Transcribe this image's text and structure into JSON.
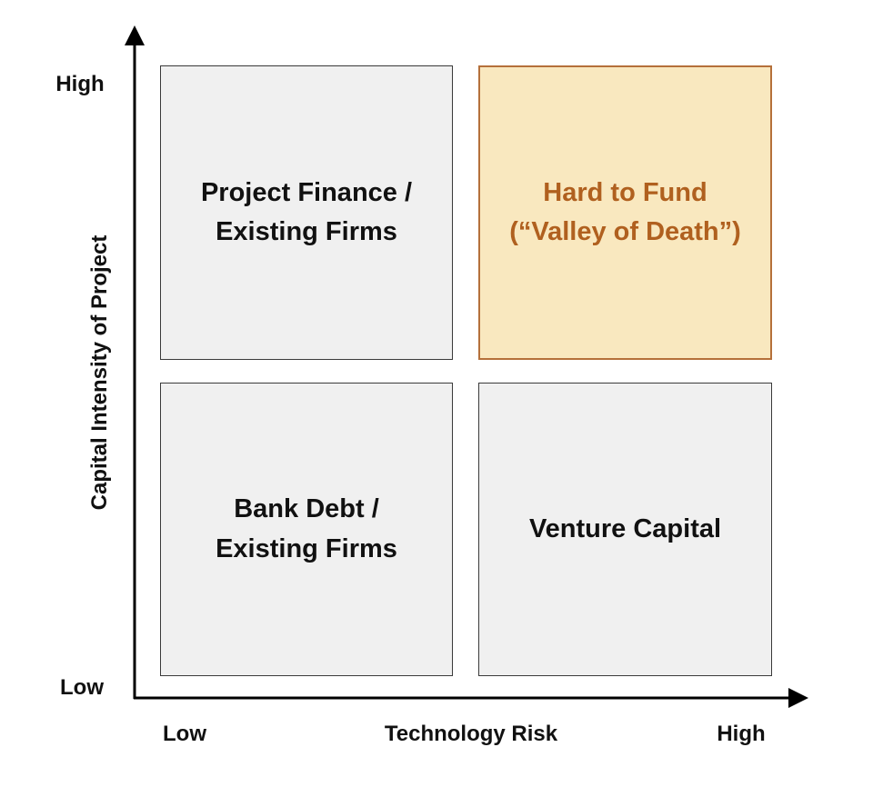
{
  "quadrants": {
    "top_left": {
      "line1": "Project Finance /",
      "line2": "Existing Firms"
    },
    "top_right": {
      "line1": "Hard to Fund",
      "line2": "(“Valley of Death”)"
    },
    "bottom_left": {
      "line1": "Bank Debt /",
      "line2": "Existing Firms"
    },
    "bottom_right": {
      "line1": "Venture Capital"
    }
  },
  "y_axis": {
    "label": "Capital Intensity of Project",
    "high": "High",
    "low": "Low"
  },
  "x_axis": {
    "label": "Technology Risk",
    "low": "Low",
    "high": "High"
  },
  "colors": {
    "highlight_fill": "#f9e8bf",
    "highlight_border": "#b5703a",
    "highlight_text": "#b0601f",
    "box_fill": "#f0f0f0"
  }
}
